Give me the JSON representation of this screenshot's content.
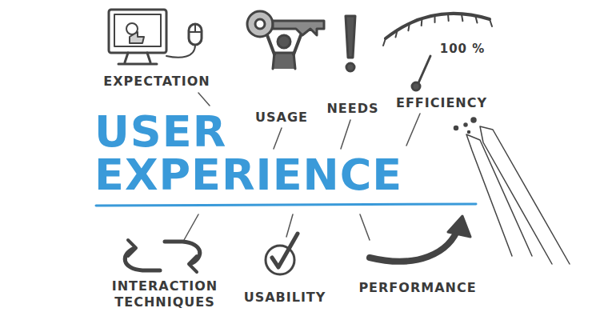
{
  "diagram": {
    "title": "USER EXPERIENCE",
    "labels": [
      "EXPECTATION",
      "USAGE",
      "NEEDS",
      "EFFICIENCY",
      "100 %",
      "INTERACTION TECHNIQUES",
      "USABILITY",
      "PERFORMANCE"
    ]
  }
}
